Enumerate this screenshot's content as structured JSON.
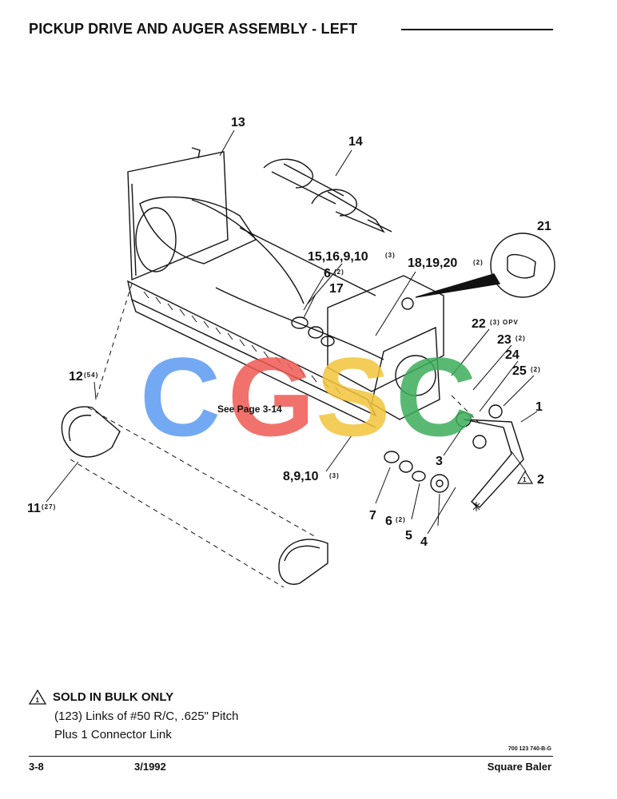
{
  "title": "PICKUP DRIVE AND AUGER ASSEMBLY - LEFT",
  "watermark": {
    "letters": [
      "C",
      "G",
      "S",
      "C"
    ],
    "colors": [
      "#5b9bf0",
      "#ef5a53",
      "#f2c53b",
      "#3dad5b"
    ]
  },
  "see_page": "See Page 3-14",
  "callouts": {
    "c13": "13",
    "c14": "14",
    "c21": "21",
    "c15": "15,16,9,10",
    "c15q": "(3)",
    "c6a": "6",
    "c6aq": "(2)",
    "c17": "17",
    "c18": "18,19,20",
    "c18q": "(2)",
    "c22": "22",
    "c22q": "(3) OPV",
    "c23": "23",
    "c23q": "(2)",
    "c24": "24",
    "c25": "25",
    "c25q": "(2)",
    "c1": "1",
    "c2": "2",
    "c3": "3",
    "c12": "12",
    "c12q": "(54)",
    "c8": "8,9,10",
    "c8q": "(3)",
    "c11": "11",
    "c11q": "(27)",
    "c7": "7",
    "c6b": "6",
    "c6bq": "(2)",
    "c5": "5",
    "c4": "4",
    "tri": "1"
  },
  "note": {
    "heading": "SOLD IN BULK ONLY",
    "line1": "(123) Links of #50 R/C, .625\" Pitch",
    "line2": "Plus 1 Connector Link",
    "tri": "1"
  },
  "doc_code": "700 123 740-B-G",
  "footer": {
    "page": "3-8",
    "date": "3/1992",
    "product": "Square Baler"
  }
}
